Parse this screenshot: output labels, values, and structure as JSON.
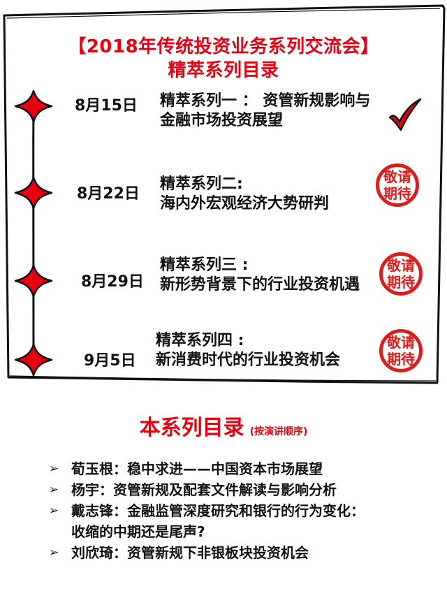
{
  "header": {
    "title_line1": "【2018年传统投资业务系列交流会】",
    "title_line2": "精萃系列目录"
  },
  "sessions": [
    {
      "date": "8月15日",
      "line1": "精萃系列一 ： 资管新规影响与",
      "line2": "金融市场投资展望",
      "status": "checkmark-icon"
    },
    {
      "date": "8月22日",
      "line1": "精萃系列二:",
      "line2": "海内外宏观经济大势研判",
      "status_line1": "敬请",
      "status_line2": "期待"
    },
    {
      "date": "8月29日",
      "line1": "精萃系列三 :",
      "line2": "新形势背景下的行业投资机遇",
      "status_line1": "敬请",
      "status_line2": "期待"
    },
    {
      "date": "9月5日",
      "line1": "精萃系列四 :",
      "line2": "新消费时代的行业投资机会",
      "status_line1": "敬请",
      "status_line2": "期待"
    }
  ],
  "series_list": {
    "heading": "本系列目录",
    "note": "(按演讲顺序)",
    "bullet_symbol": "➢",
    "items": [
      {
        "text": "荀玉根：稳中求进——中国资本市场展望"
      },
      {
        "text": "杨宇：资管新规及配套文件解读与影响分析"
      },
      {
        "text": "戴志锋：金融监管深度研究和银行的行为变化：",
        "text2": "收缩的中期还是尾声?"
      },
      {
        "text": "刘欣琦：资管新规下非银板块投资机会"
      }
    ]
  },
  "colors": {
    "accent_red": "#e60012",
    "stamp_red": "#e01b1b",
    "text": "#111111"
  }
}
